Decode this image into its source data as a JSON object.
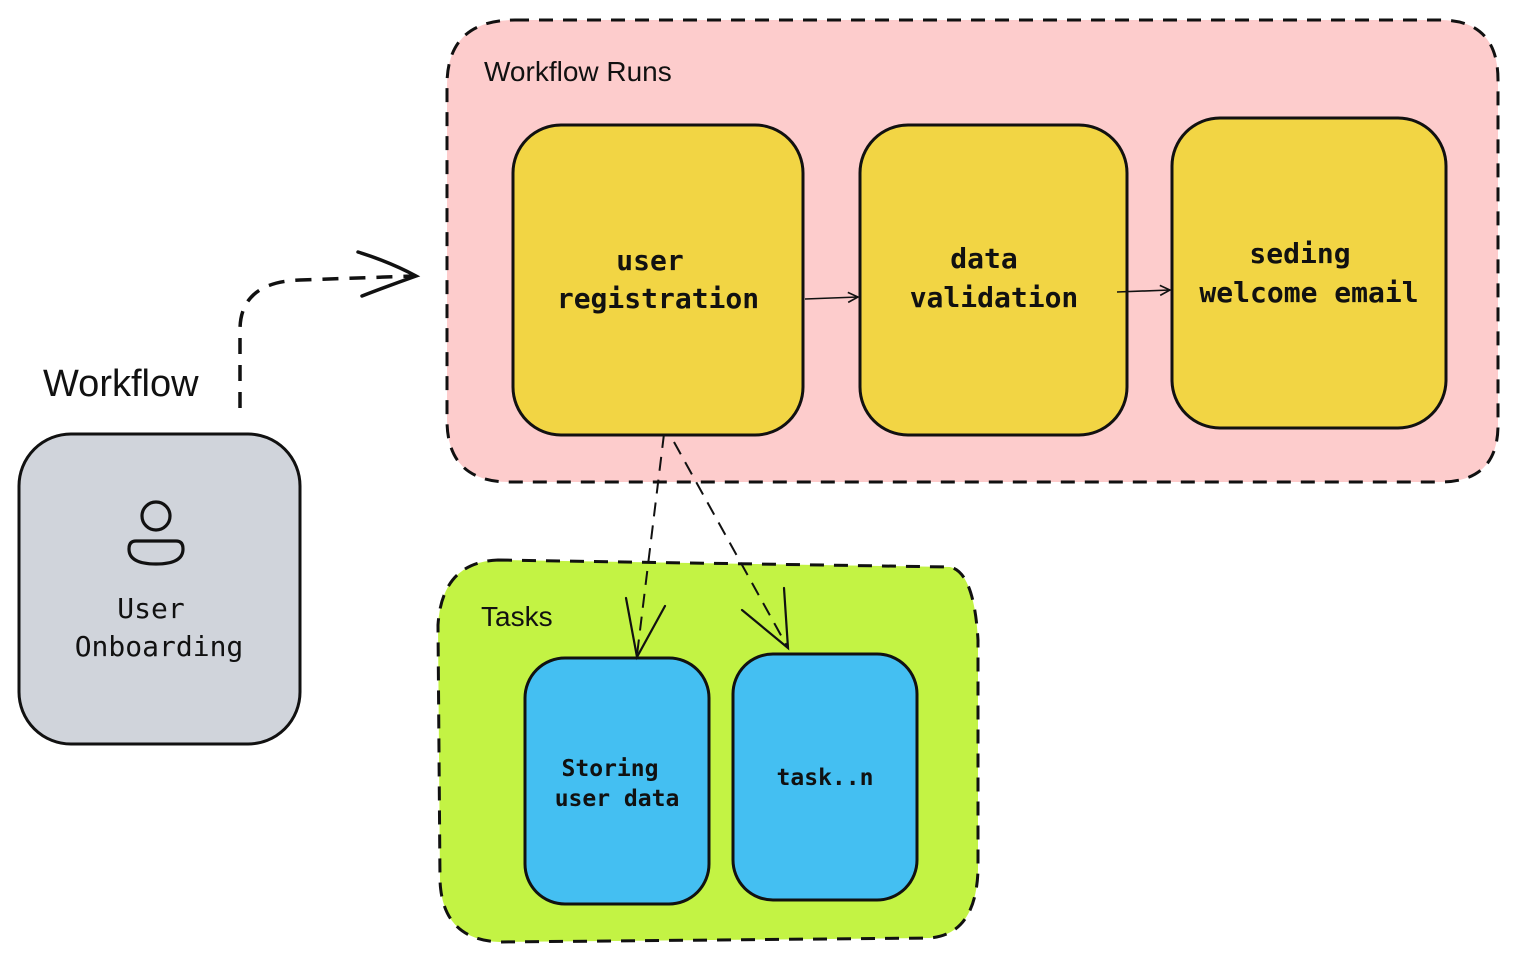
{
  "workflow": {
    "label": "Workflow",
    "node": {
      "line1": "User",
      "line2": "Onboarding",
      "icon": "user-icon"
    }
  },
  "workflow_runs": {
    "title": "Workflow Runs",
    "steps": [
      {
        "line1": "user",
        "line2": "registration"
      },
      {
        "line1": "data",
        "line2": "validation"
      },
      {
        "line1": "seding",
        "line2": "welcome email"
      }
    ]
  },
  "tasks": {
    "title": "Tasks",
    "items": [
      {
        "line1": "Storing",
        "line2": "user data"
      },
      {
        "line1": "task..n"
      }
    ]
  },
  "colors": {
    "workflow_node": "#d0d4db",
    "runs_container": "#fdcccc",
    "run_step": "#f2d544",
    "tasks_container": "#c3f344",
    "task_item": "#44bff2",
    "stroke": "#111111"
  }
}
